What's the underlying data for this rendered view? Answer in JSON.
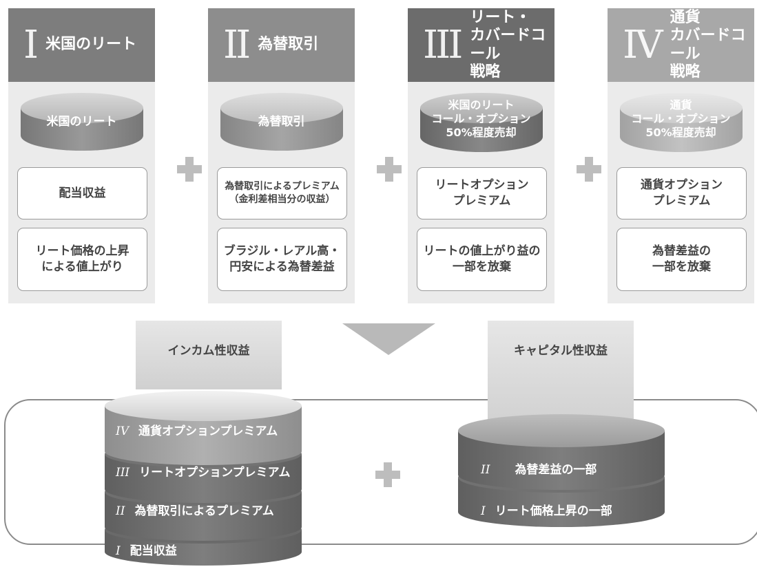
{
  "columns": [
    {
      "numeral": "I",
      "title": "米国のリート",
      "cylinder": "米国のリート",
      "box1": "配当収益",
      "box2": "リート価格の上昇\nによる値上がり",
      "head_color": "#7d7d7d",
      "cyl_color": "#8c8c8c"
    },
    {
      "numeral": "II",
      "title": "為替取引",
      "cylinder": "為替取引",
      "box1": "為替取引によるプレミアム\n（金利差相当分の収益）",
      "box2": "ブラジル・レアル高・\n円安による為替差益",
      "head_color": "#8d8d8d",
      "cyl_color": "#9c9c9c"
    },
    {
      "numeral": "III",
      "title": "リート・\nカバードコール\n戦略",
      "cylinder": "米国のリート\nコール・オプション\n50%程度売却",
      "box1": "リートオプション\nプレミアム",
      "box2": "リートの値上がり益の\n一部を放棄",
      "head_color": "#6c6c6c",
      "cyl_color": "#7a7a7a"
    },
    {
      "numeral": "IV",
      "title": "通貨\nカバードコール\n戦略",
      "cylinder": "通貨\nコール・オプション\n50%程度売却",
      "box1": "通貨オプション\nプレミアム",
      "box2": "為替差益の\n一部を放棄",
      "head_color": "#a8a8a8",
      "cyl_color": "#b8b8b8"
    }
  ],
  "result": {
    "income_label": "インカム性収益",
    "capital_label": "キャピタル性収益",
    "income_layers": [
      {
        "numeral": "IV",
        "text": "通貨オプションプレミアム"
      },
      {
        "numeral": "III",
        "text": "リートオプションプレミアム"
      },
      {
        "numeral": "II",
        "text": "為替取引によるプレミアム"
      },
      {
        "numeral": "I",
        "text": "配当収益"
      }
    ],
    "capital_layers": [
      {
        "numeral": "II",
        "text": "為替差益の一部"
      },
      {
        "numeral": "I",
        "text": "リート価格上昇の一部"
      }
    ]
  },
  "colors": {
    "panel_bg": "#ebebeb",
    "beam": "#dcdcdc",
    "plus": "#bdbdbd"
  }
}
